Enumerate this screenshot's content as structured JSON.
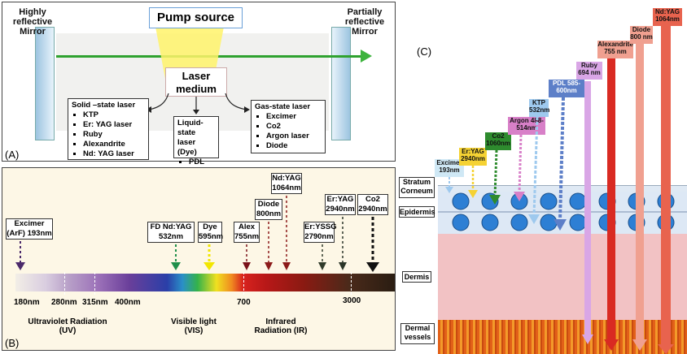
{
  "panelA": {
    "label": "(A)",
    "left_mirror": "Highly reflective Mirror",
    "right_mirror": "Partially reflective Mirror",
    "pump": "Pump source",
    "medium": "Laser medium",
    "solid": {
      "title": "Solid –state laser",
      "items": [
        "KTP",
        "Er: YAG laser",
        "Ruby",
        "Alexandrite",
        "Nd: YAG laser"
      ]
    },
    "liquid": {
      "title": "Liquid-state laser (Dye)",
      "items": [
        "PDL"
      ]
    },
    "gas": {
      "title": "Gas-state laser",
      "items": [
        "Excimer",
        "Co2",
        "Argon laser",
        "Diode"
      ]
    }
  },
  "panelB": {
    "label": "(B)",
    "tick_labels": [
      "180nm",
      "280nm",
      "315nm",
      "400nm",
      "700",
      "3000"
    ],
    "regions": [
      "Ultraviolet Radiation (UV)",
      "Visible light (VIS)",
      "Infrared Radiation (IR)"
    ],
    "lasers": [
      {
        "name": "Excimer (ArF) 193nm",
        "color": "#4b2a6b"
      },
      {
        "name": "FD Nd:YAG 532nm",
        "color": "#1f8f4a"
      },
      {
        "name": "Dye 595nm",
        "color": "#f2e600"
      },
      {
        "name": "Alex 755nm",
        "color": "#7a1018"
      },
      {
        "name": "Diode 800nm",
        "color": "#8c1a1a"
      },
      {
        "name": "Nd:YAG 1064nm",
        "color": "#8c1a1a"
      },
      {
        "name": "Er:YSSG 2790nm",
        "color": "#2f3a2a"
      },
      {
        "name": "Er:YAG 2940nm",
        "color": "#2b3528"
      },
      {
        "name": "Co2 2940nm",
        "color": "#111111"
      }
    ]
  },
  "panelC": {
    "label": "(C)",
    "layers": [
      "Stratum Corneum",
      "Epidermis",
      "Dermis",
      "Dermal vessels"
    ],
    "lasers": [
      {
        "name": "Excimer 193nm",
        "color": "#cfe8f5"
      },
      {
        "name": "Er:YAG 2940nm",
        "color": "#f5d233"
      },
      {
        "name": "Co2 1060nm",
        "color": "#2e8b2e"
      },
      {
        "name": "Argon 488-514nm",
        "color": "#d880c8"
      },
      {
        "name": "KTP 532nm",
        "color": "#9ec9ee"
      },
      {
        "name": "PDL 585-600nm",
        "color": "#5d7fc8"
      },
      {
        "name": "Ruby 694 nm",
        "color": "#d9a6e6"
      },
      {
        "name": "Alexandrite 755 nm",
        "color": "#e2372f"
      },
      {
        "name": "Diode 800 nm",
        "color": "#f0a090"
      },
      {
        "name": "Nd:YAG 1064nm",
        "color": "#e8634e"
      }
    ]
  }
}
